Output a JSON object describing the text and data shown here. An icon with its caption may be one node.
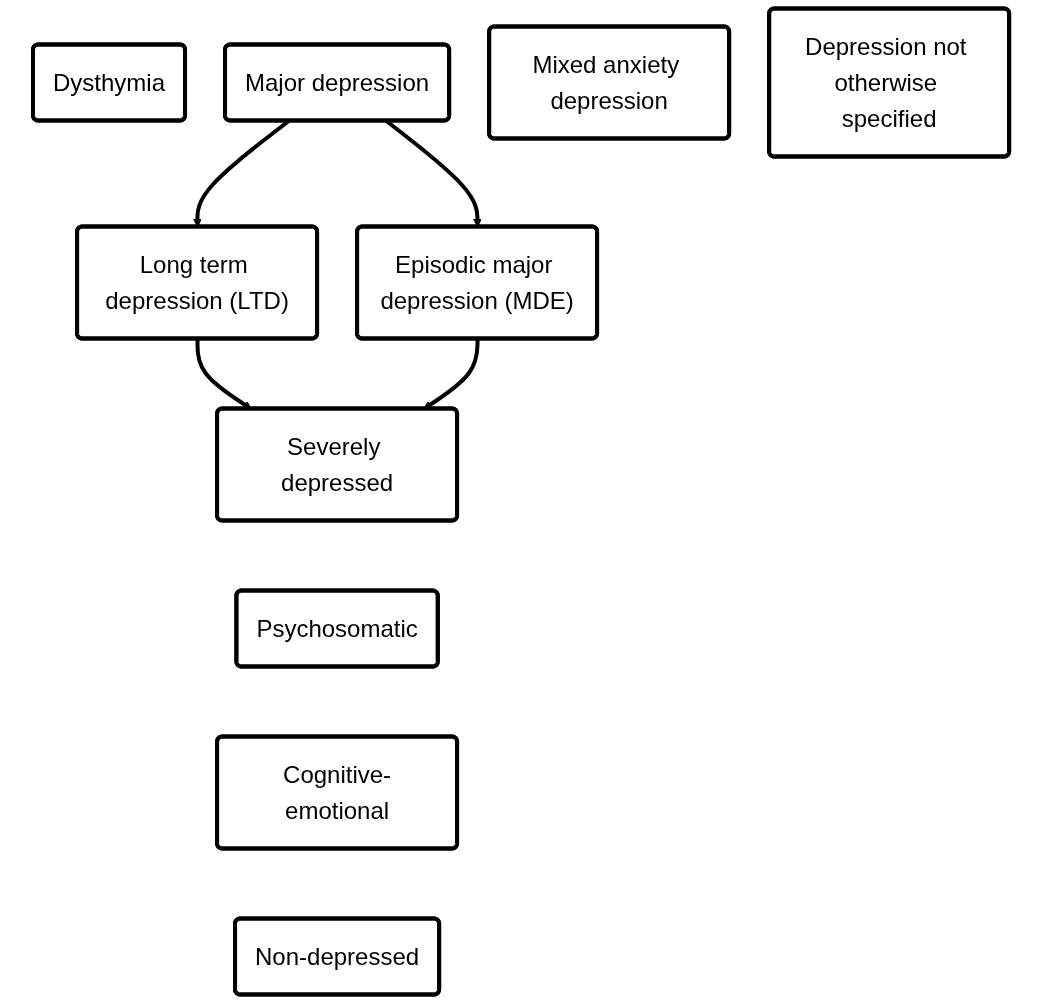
{
  "diagram": {
    "nodes": [
      {
        "text": [
          "Dysthymia"
        ]
      },
      {
        "text": [
          "Major depression"
        ]
      },
      {
        "text": [
          "Mixed anxiety depression"
        ]
      },
      {
        "text": [
          "Depression not otherwise specified"
        ]
      },
      {
        "text": [
          "Long term depression (LTD)"
        ]
      },
      {
        "text": [
          "Episodic major depression (MDE)"
        ]
      },
      {
        "text": [
          "Severely depressed"
        ]
      },
      {
        "text": [
          "Psychosomatic"
        ]
      },
      {
        "text": [
          "Cognitive-emotional"
        ]
      },
      {
        "text": [
          "Non-depressed"
        ]
      }
    ],
    "edges": [
      {
        "from": 1,
        "to": 4,
        "arrow": "to"
      },
      {
        "from": 1,
        "to": 5,
        "arrow": "to"
      },
      {
        "from": 4,
        "to": 6,
        "arrow": "to"
      },
      {
        "from": 5,
        "to": 6,
        "arrow": "to"
      }
    ]
  }
}
